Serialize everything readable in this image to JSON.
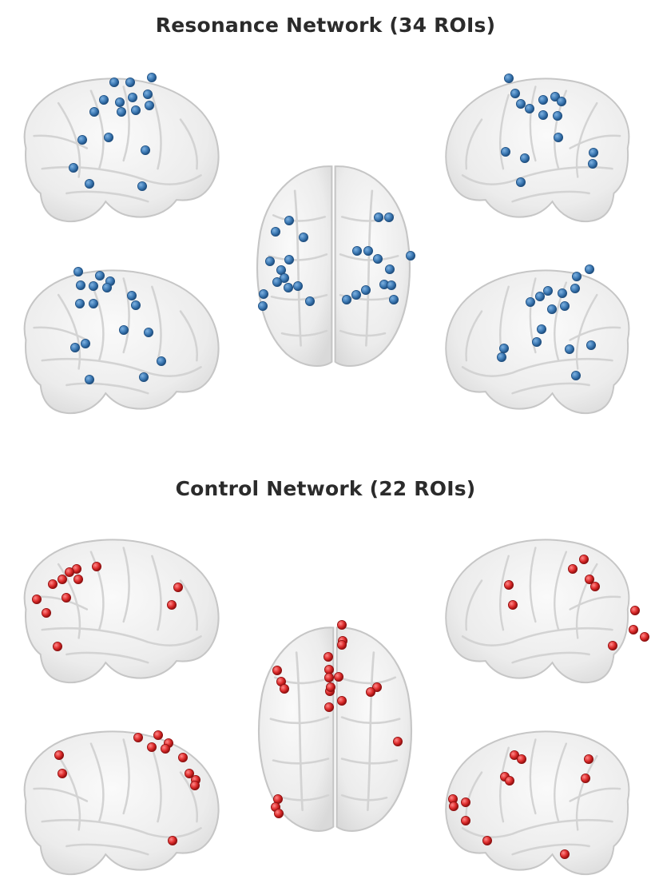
{
  "figure": {
    "panels": [
      {
        "id": "resonance",
        "title": "Resonance Network (34 ROIs)",
        "node_color": "#3d7ab5",
        "node_edge_color": "#1f4f80"
      },
      {
        "id": "control",
        "title": "Control Network (22 ROIs)",
        "node_color": "#dc2a2a",
        "node_edge_color": "#8f1010"
      }
    ],
    "views": [
      "left-lateral",
      "left-medial",
      "dorsal",
      "right-lateral",
      "right-medial"
    ],
    "brain_fill": "#ececec",
    "brain_outline": "#c8c8c8"
  }
}
